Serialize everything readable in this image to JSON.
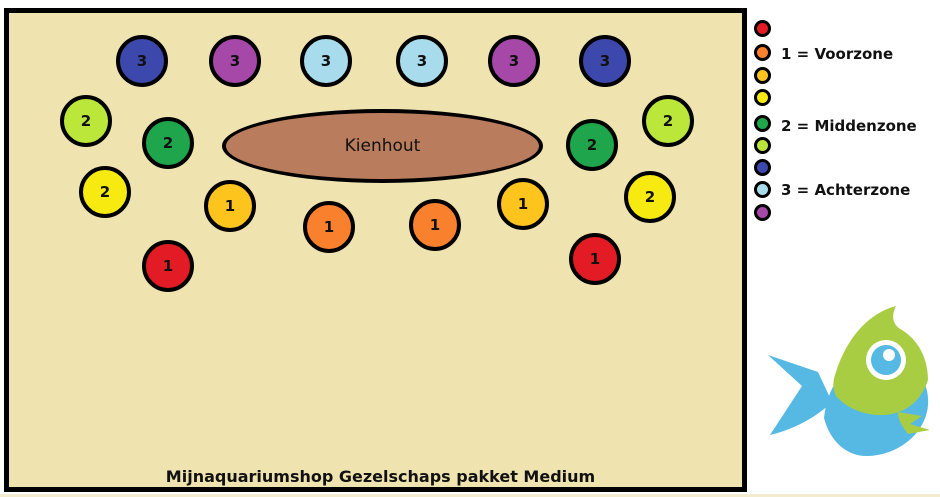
{
  "diagram": {
    "caption": "Mijnaquariumshop Gezelschaps pakket Medium",
    "wood_label": "Kienhout",
    "plants": [
      {
        "label": "3",
        "color": "#3d48ad"
      },
      {
        "label": "3",
        "color": "#a548a7"
      },
      {
        "label": "3",
        "color": "#a8dcec"
      },
      {
        "label": "3",
        "color": "#a8dcec"
      },
      {
        "label": "3",
        "color": "#a548a7"
      },
      {
        "label": "3",
        "color": "#3d48ad"
      },
      {
        "label": "2",
        "color": "#bbe63a"
      },
      {
        "label": "2",
        "color": "#1fa64c"
      },
      {
        "label": "2",
        "color": "#1fa64c"
      },
      {
        "label": "2",
        "color": "#bbe63a"
      },
      {
        "label": "2",
        "color": "#f7ea10"
      },
      {
        "label": "1",
        "color": "#fcc41c"
      },
      {
        "label": "1",
        "color": "#f9802c"
      },
      {
        "label": "1",
        "color": "#f9802c"
      },
      {
        "label": "1",
        "color": "#fcc41c"
      },
      {
        "label": "2",
        "color": "#f7ea10"
      },
      {
        "label": "1",
        "color": "#e21b24"
      },
      {
        "label": "1",
        "color": "#e21b24"
      }
    ]
  },
  "legend": {
    "dots": [
      {
        "color": "#e21b24"
      },
      {
        "color": "#f9802c"
      },
      {
        "color": "#fcc41c"
      },
      {
        "color": "#f7ea10"
      },
      {
        "color": "#1fa64c"
      },
      {
        "color": "#bbe63a"
      },
      {
        "color": "#3d48ad"
      },
      {
        "color": "#a8dcec"
      },
      {
        "color": "#a548a7"
      }
    ],
    "labels": {
      "zone1": "1 = Voorzone",
      "zone2": "2 = Middenzone",
      "zone3": "3 = Achterzone"
    }
  },
  "logo": {
    "icon": "fish-icon",
    "colors": [
      "#56b9e3",
      "#a9cd42"
    ]
  }
}
